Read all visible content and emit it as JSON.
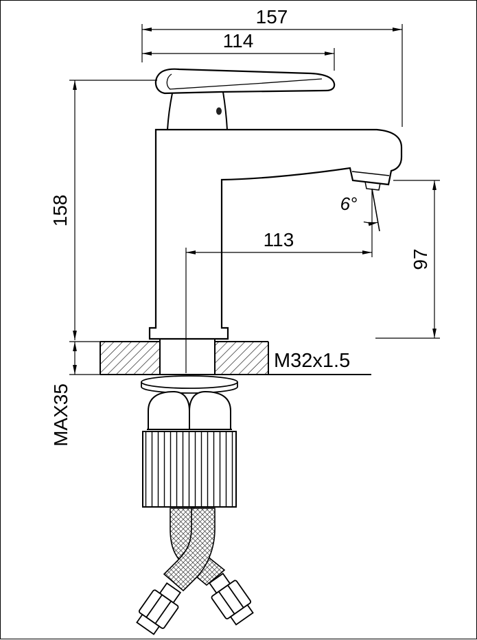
{
  "drawing": {
    "kind": "technical-drawing",
    "subject": "single-lever basin faucet, side elevation with installation dimensions",
    "units": "mm",
    "dimensions": {
      "overall_width": "157",
      "handle_length": "114",
      "total_height": "158",
      "spout_reach": "113",
      "outlet_height": "97",
      "stream_angle": "6°",
      "mounting_thread": "M32x1.5",
      "max_deck_thickness": "MAX35"
    },
    "colors": {
      "line": "#000000",
      "background": "#ffffff"
    }
  }
}
